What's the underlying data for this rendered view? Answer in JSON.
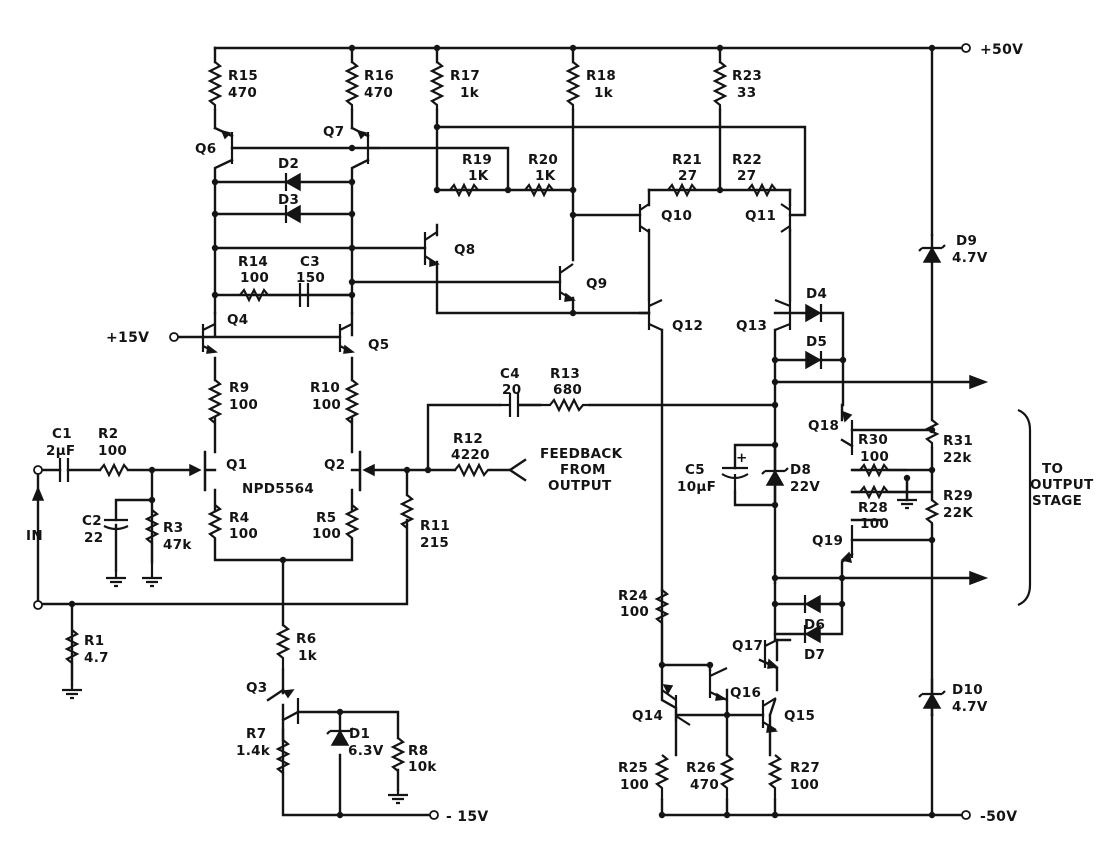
{
  "nets": {
    "plus50": "+50V",
    "minus50": "-50V",
    "plus15": "+15V",
    "minus15": "- 15V"
  },
  "labels": {
    "input": "IN",
    "ic_part": "NPD5564",
    "feedback_l1": "FEEDBACK",
    "feedback_l2": "FROM",
    "feedback_l3": "OUTPUT",
    "to_out_l1": "TO",
    "to_out_l2": "OUTPUT",
    "to_out_l3": "STAGE"
  },
  "resistors": [
    {
      "id": "R1",
      "value": "4.7"
    },
    {
      "id": "R2",
      "value": "100"
    },
    {
      "id": "R3",
      "value": "47k"
    },
    {
      "id": "R4",
      "value": "100"
    },
    {
      "id": "R5",
      "value": "100"
    },
    {
      "id": "R6",
      "value": "1k"
    },
    {
      "id": "R7",
      "value": "1.4k"
    },
    {
      "id": "R8",
      "value": "10k"
    },
    {
      "id": "R9",
      "value": "100"
    },
    {
      "id": "R10",
      "value": "100"
    },
    {
      "id": "R11",
      "value": "215"
    },
    {
      "id": "R12",
      "value": "4220"
    },
    {
      "id": "R13",
      "value": "680"
    },
    {
      "id": "R14",
      "value": "100"
    },
    {
      "id": "R15",
      "value": "470"
    },
    {
      "id": "R16",
      "value": "470"
    },
    {
      "id": "R17",
      "value": "1k"
    },
    {
      "id": "R18",
      "value": "1k"
    },
    {
      "id": "R19",
      "value": "1K"
    },
    {
      "id": "R20",
      "value": "1K"
    },
    {
      "id": "R21",
      "value": "27"
    },
    {
      "id": "R22",
      "value": "27"
    },
    {
      "id": "R23",
      "value": "33"
    },
    {
      "id": "R24",
      "value": "100"
    },
    {
      "id": "R25",
      "value": "100"
    },
    {
      "id": "R26",
      "value": "470"
    },
    {
      "id": "R27",
      "value": "100"
    },
    {
      "id": "R28",
      "value": "100"
    },
    {
      "id": "R29",
      "value": "22K"
    },
    {
      "id": "R30",
      "value": "100"
    },
    {
      "id": "R31",
      "value": "22k"
    }
  ],
  "capacitors": [
    {
      "id": "C1",
      "value": "2µF"
    },
    {
      "id": "C2",
      "value": "22"
    },
    {
      "id": "C3",
      "value": "150"
    },
    {
      "id": "C4",
      "value": "20"
    },
    {
      "id": "C5",
      "value": "10µF"
    }
  ],
  "diodes": [
    {
      "id": "D1",
      "value": "6.3V"
    },
    {
      "id": "D2",
      "value": ""
    },
    {
      "id": "D3",
      "value": ""
    },
    {
      "id": "D4",
      "value": ""
    },
    {
      "id": "D5",
      "value": ""
    },
    {
      "id": "D6",
      "value": ""
    },
    {
      "id": "D7",
      "value": ""
    },
    {
      "id": "D8",
      "value": "22V"
    },
    {
      "id": "D9",
      "value": "4.7V"
    },
    {
      "id": "D10",
      "value": "4.7V"
    }
  ],
  "transistors": [
    "Q1",
    "Q2",
    "Q3",
    "Q4",
    "Q5",
    "Q6",
    "Q7",
    "Q8",
    "Q9",
    "Q10",
    "Q11",
    "Q12",
    "Q13",
    "Q14",
    "Q15",
    "Q16",
    "Q17",
    "Q18",
    "Q19"
  ]
}
